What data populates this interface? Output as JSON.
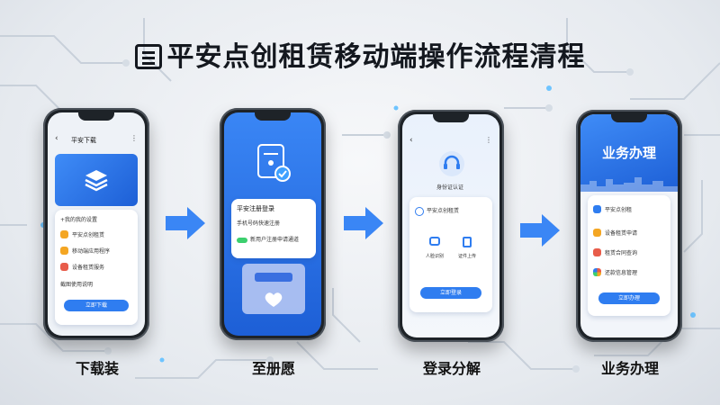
{
  "title": "平安点创租赁移动端操作流程清程",
  "steps": [
    {
      "caption": "下载装",
      "screen": {
        "header": "平安下载",
        "section": "+我的我的设置",
        "items": [
          "平安点创租赁",
          "移动端应用程序",
          "设备租赁服务"
        ],
        "note": "截图使用说明",
        "button": "立即下载"
      }
    },
    {
      "caption": "至册愿",
      "screen": {
        "card_title": "平安注册登录",
        "card_line1": "手机号码快速注册",
        "card_line2": "新用户注册申请通道",
        "status": "注册"
      }
    },
    {
      "caption": "登录分解",
      "screen": {
        "header_line": "身份证认证",
        "account": "平安点创租赁",
        "opt1": "人脸识别",
        "opt2": "证件上传",
        "button": "立即登录"
      }
    },
    {
      "caption": "业务办理",
      "screen": {
        "banner": "业务办理",
        "items": [
          "平安点创租",
          "设备租赁申请",
          "租赁合同查询",
          "还款信息管理"
        ],
        "button": "立即办理"
      }
    }
  ],
  "colors": {
    "accent": "#2f7df0",
    "arrow": "#3a86f5",
    "blue_screen": "#2b6fe0"
  },
  "icons": [
    "document-check-icon",
    "headset-icon",
    "arrow-right-icon",
    "heart-icon",
    "folder-icon"
  ]
}
